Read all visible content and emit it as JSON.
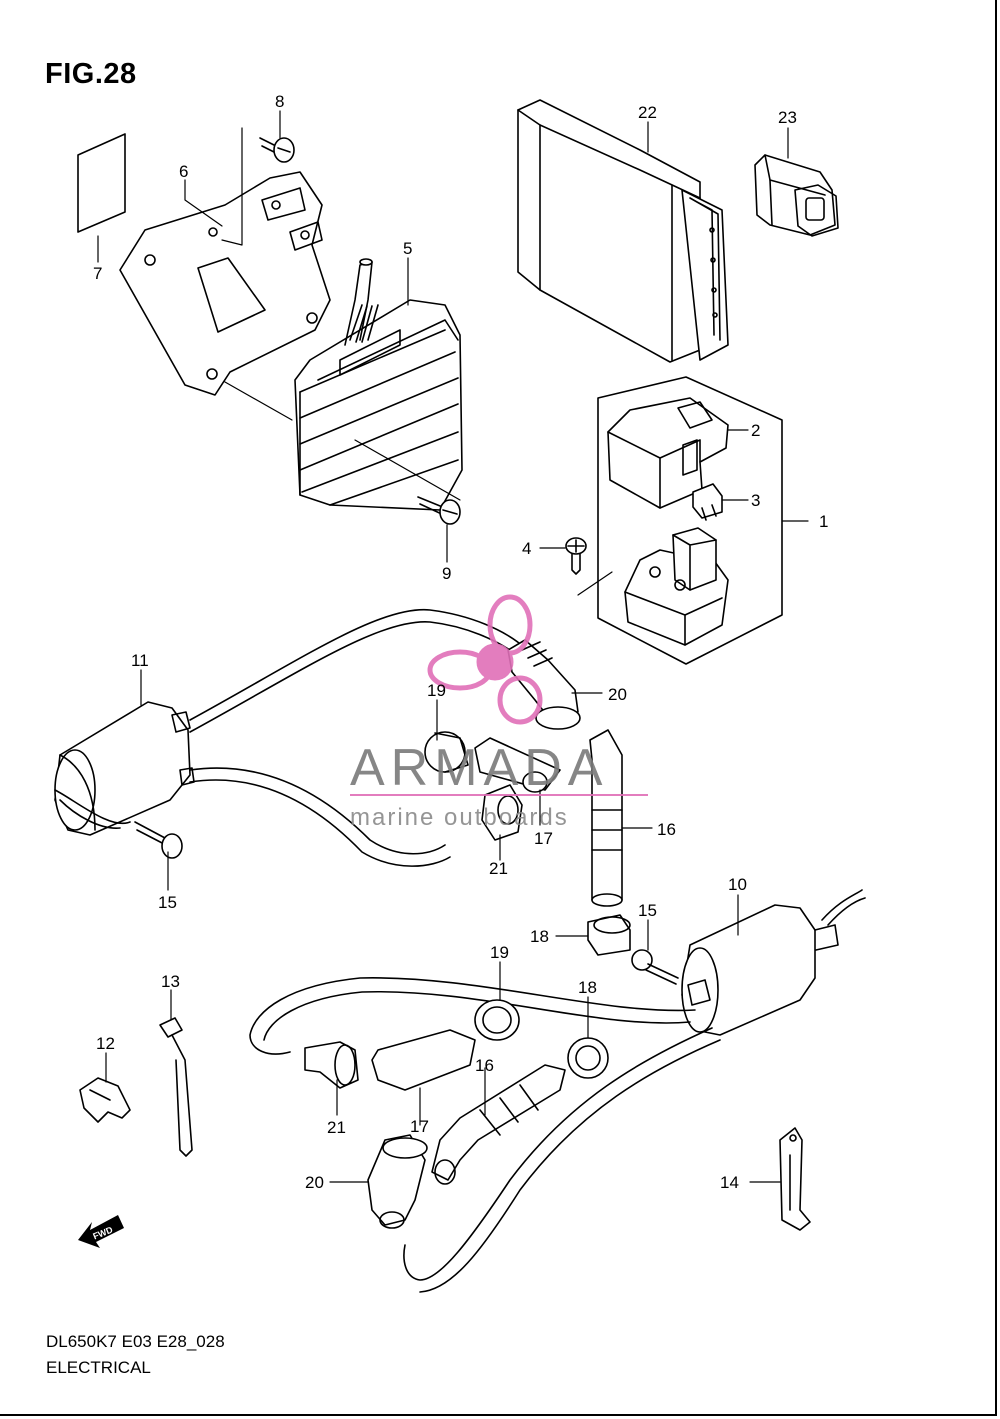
{
  "figure": {
    "title": "FIG.28",
    "code": "DL650K7 E03 E28_028",
    "section": "ELECTRICAL"
  },
  "watermark": {
    "brand": "ARMADA",
    "tagline": "marine outboards",
    "accent_color": "#e070b8"
  },
  "direction_marker": "FWD",
  "callouts": [
    "1",
    "2",
    "3",
    "4",
    "5",
    "6",
    "7",
    "8",
    "9",
    "10",
    "11",
    "12",
    "13",
    "14",
    "15",
    "15",
    "16",
    "16",
    "17",
    "17",
    "18",
    "18",
    "19",
    "19",
    "20",
    "20",
    "21",
    "21",
    "22",
    "23"
  ]
}
